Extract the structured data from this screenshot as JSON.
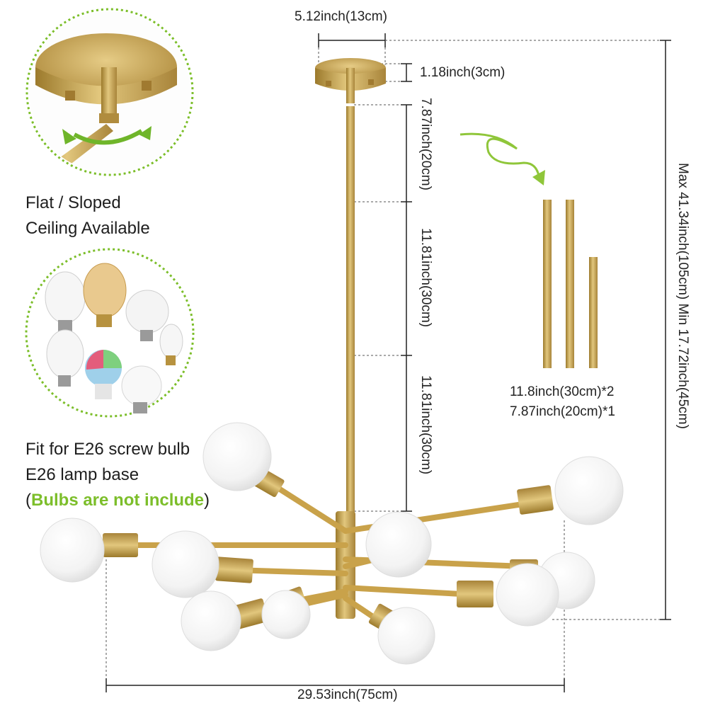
{
  "dimensions": {
    "canopy_width": "5.12inch(13cm)",
    "canopy_height": "1.18inch(3cm)",
    "rod_1": "7.87inch(20cm)",
    "rod_2": "11.81inch(30cm)",
    "rod_3": "11.81inch(30cm)",
    "total_height": "Max 41.34inch(105cm)  Min 17.72inch(45cm)",
    "total_width": "29.53inch(75cm)"
  },
  "rods_included": {
    "line1": "11.8inch(30cm)*2",
    "line2": "7.87inch(20cm)*1"
  },
  "features": {
    "ceiling_line1": "Flat / Sloped",
    "ceiling_line2": "Ceiling Available",
    "bulb_line1": "Fit for E26 screw bulb",
    "bulb_line2": "E26 lamp base",
    "bulb_note_open": "(",
    "bulb_note": "Bulbs are not include",
    "bulb_note_close": ")"
  },
  "colors": {
    "brass": "#c9a24a",
    "accent_green": "#7cbe2a"
  }
}
